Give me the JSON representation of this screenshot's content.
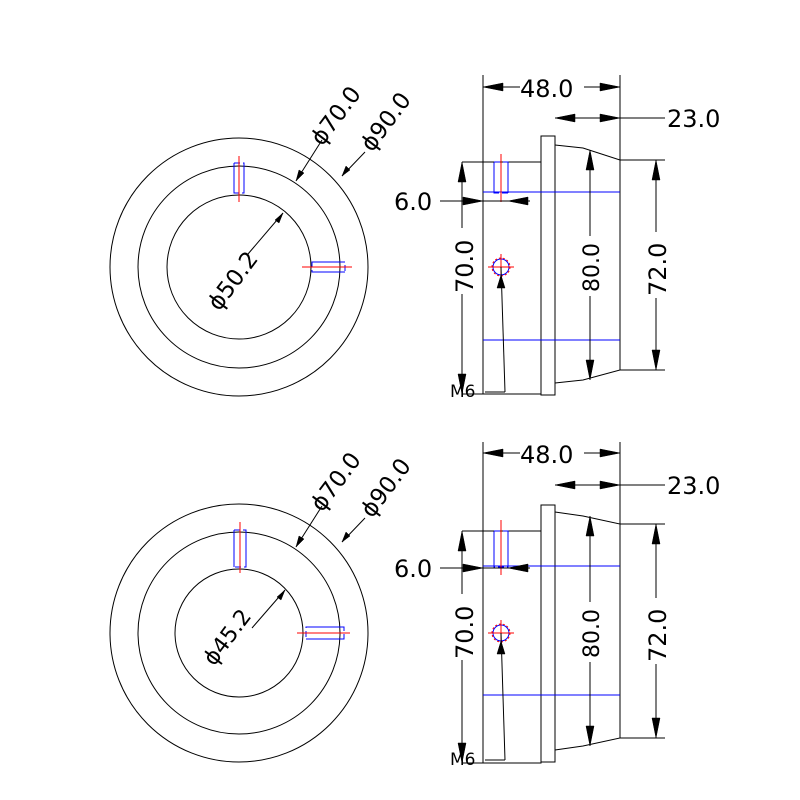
{
  "views": [
    {
      "front": {
        "d_outer": "ϕ90.0",
        "d_mid": "ϕ70.0",
        "d_bore": "ϕ50.2"
      },
      "side": {
        "length": "48.0",
        "flange_offset": "23.0",
        "slot": "6.0",
        "d_body": "70.0",
        "d_inner": "80.0",
        "d_flange": "72.0",
        "thread": "M6"
      }
    },
    {
      "front": {
        "d_outer": "ϕ90.0",
        "d_mid": "ϕ70.0",
        "d_bore": "ϕ45.2"
      },
      "side": {
        "length": "48.0",
        "flange_offset": "23.0",
        "slot": "6.0",
        "d_body": "70.0",
        "d_inner": "80.0",
        "d_flange": "72.0",
        "thread": "M6"
      }
    }
  ]
}
